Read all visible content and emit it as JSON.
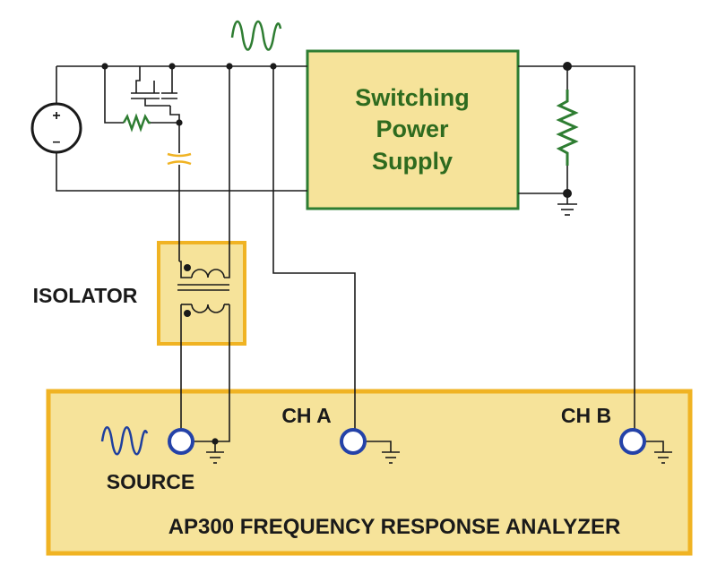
{
  "psu": {
    "line1": "Switching",
    "line2": "Power",
    "line3": "Supply"
  },
  "isolator": {
    "label": "ISOLATOR"
  },
  "analyzer": {
    "title": "AP300 FREQUENCY RESPONSE ANALYZER",
    "source_label": "SOURCE",
    "cha_label": "CH A",
    "chb_label": "CH B"
  },
  "battery": {
    "plus": "+",
    "minus": "–"
  },
  "colors": {
    "box_fill": "#f6e39a",
    "box_border": "#f0b323",
    "psu_border": "#2e7d32",
    "text_green": "#2e6b1f",
    "resistor_green": "#2e7d32",
    "wave_green": "#2e7d32",
    "wave_blue": "#1f3f9e",
    "connector_blue": "#2442a8",
    "capacitor": "#f0b323",
    "wire": "#1a1a1a"
  },
  "icons": [
    "dc-source-icon",
    "resistor-icon",
    "mosfet-icon",
    "capacitor-icon",
    "transformer-icon",
    "ground-icon",
    "bnc-connector-icon",
    "sine-wave-icon"
  ]
}
